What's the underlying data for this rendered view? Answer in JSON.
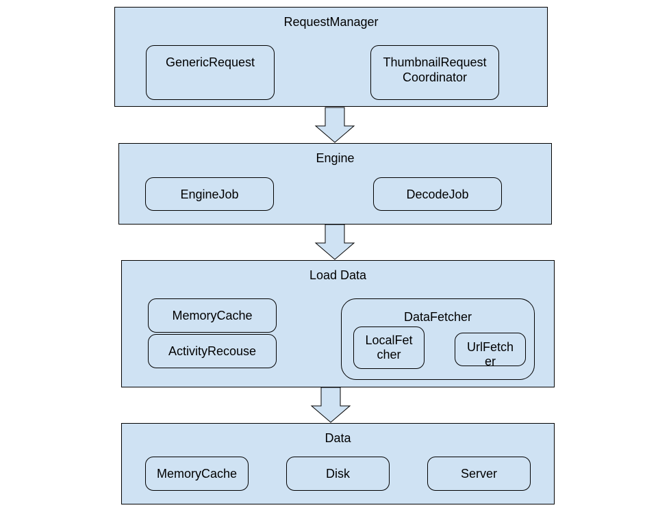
{
  "colors": {
    "fill": "#cfe2f3",
    "stroke": "#000000",
    "background": "#ffffff"
  },
  "layers": {
    "request_manager": {
      "title": "RequestManager",
      "generic_request": "GenericRequest",
      "thumbnail_coordinator": "ThumbnailRequest\nCoordinator"
    },
    "engine": {
      "title": "Engine",
      "engine_job": "EngineJob",
      "decode_job": "DecodeJob"
    },
    "load_data": {
      "title": "Load Data",
      "memory_cache": "MemoryCache",
      "activity_recouse": "ActivityRecouse",
      "data_fetcher": {
        "title": "DataFetcher",
        "local_fetcher": "LocalFet\ncher",
        "url_fetcher": "UrlFetch\ner"
      }
    },
    "data": {
      "title": "Data",
      "memory_cache": "MemoryCache",
      "disk": "Disk",
      "server": "Server"
    }
  },
  "arrows": [
    {
      "direction": "down",
      "icon": "down-arrow-icon"
    },
    {
      "direction": "down",
      "icon": "down-arrow-icon"
    },
    {
      "direction": "down",
      "icon": "down-arrow-icon"
    }
  ]
}
